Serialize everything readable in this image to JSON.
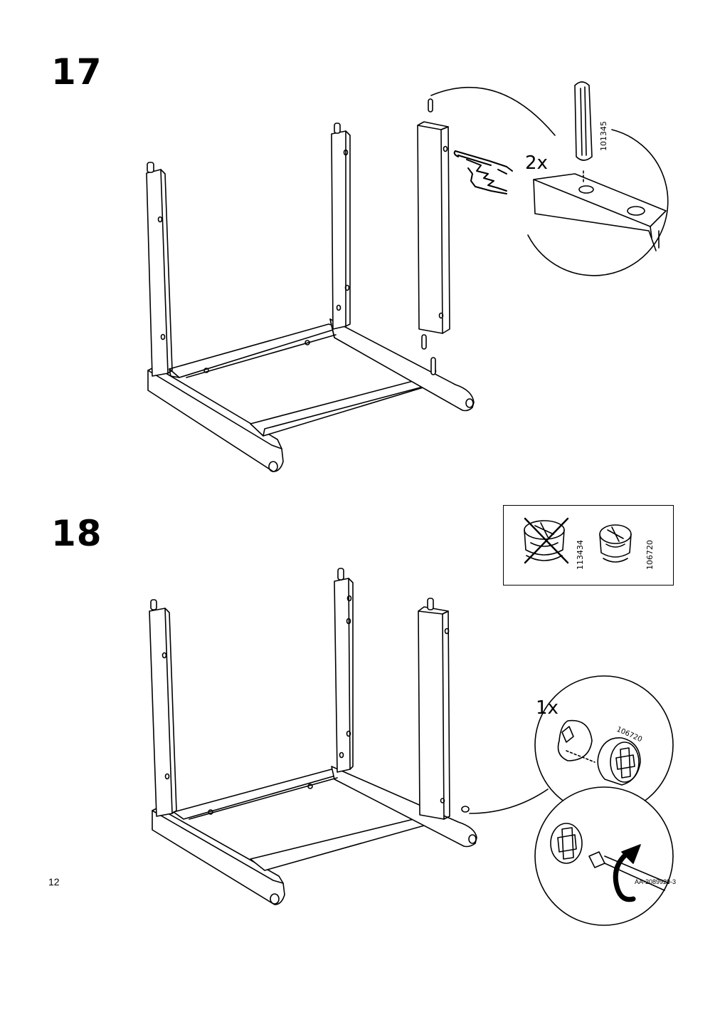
{
  "steps": [
    {
      "number": "17",
      "quantity": "2x",
      "part_number": "101345"
    },
    {
      "number": "18",
      "quantity": "1x",
      "part_number": "106720",
      "parts_box": [
        {
          "part_number": "113434",
          "crossed_out": true
        },
        {
          "part_number": "106720",
          "crossed_out": false
        }
      ]
    }
  ],
  "footer": {
    "page_number": "12",
    "doc_code": "AA-2089929-3"
  },
  "icons": [
    "pointing-hand-icon",
    "rotate-arrow-icon",
    "screwdriver-icon",
    "dowel-icon",
    "cam-lock-icon"
  ]
}
